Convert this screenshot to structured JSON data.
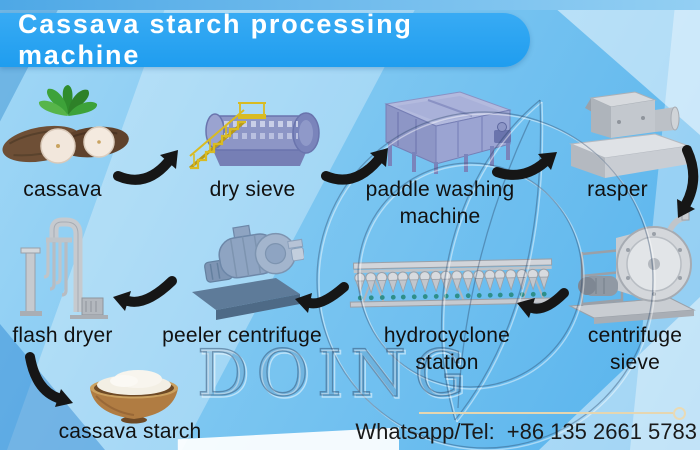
{
  "banner": {
    "title": "Cassava starch processing machine"
  },
  "flow_items": [
    {
      "id": "cassava",
      "label": "cassava"
    },
    {
      "id": "dry-sieve",
      "label": "dry sieve"
    },
    {
      "id": "paddle-washing-machine",
      "label": "paddle washing machine"
    },
    {
      "id": "rasper",
      "label": "rasper"
    },
    {
      "id": "centrifuge-sieve",
      "label": "centrifuge sieve"
    },
    {
      "id": "hydrocyclone-station",
      "label": "hydrocyclone station"
    },
    {
      "id": "peeler-centrifuge",
      "label": "peeler centrifuge"
    },
    {
      "id": "flash-dryer",
      "label": "flash dryer"
    },
    {
      "id": "cassava-starch",
      "label": "cassava starch"
    }
  ],
  "contact": {
    "label": "Whatsapp/Tel:",
    "number": "+86 135 2661 5783"
  },
  "watermark": {
    "text": "DOING"
  },
  "colors": {
    "banner_bg": "#28a5f2",
    "background": "#7cc8f2",
    "arrow": "#161616",
    "label_text": "#111111",
    "contact_text": "#1a1a1a",
    "divider_line": "#e6d6b0",
    "watermark": "#3c5f8a",
    "machine_blue": "#8d96c6",
    "machine_gray": "#c9cdd2"
  }
}
